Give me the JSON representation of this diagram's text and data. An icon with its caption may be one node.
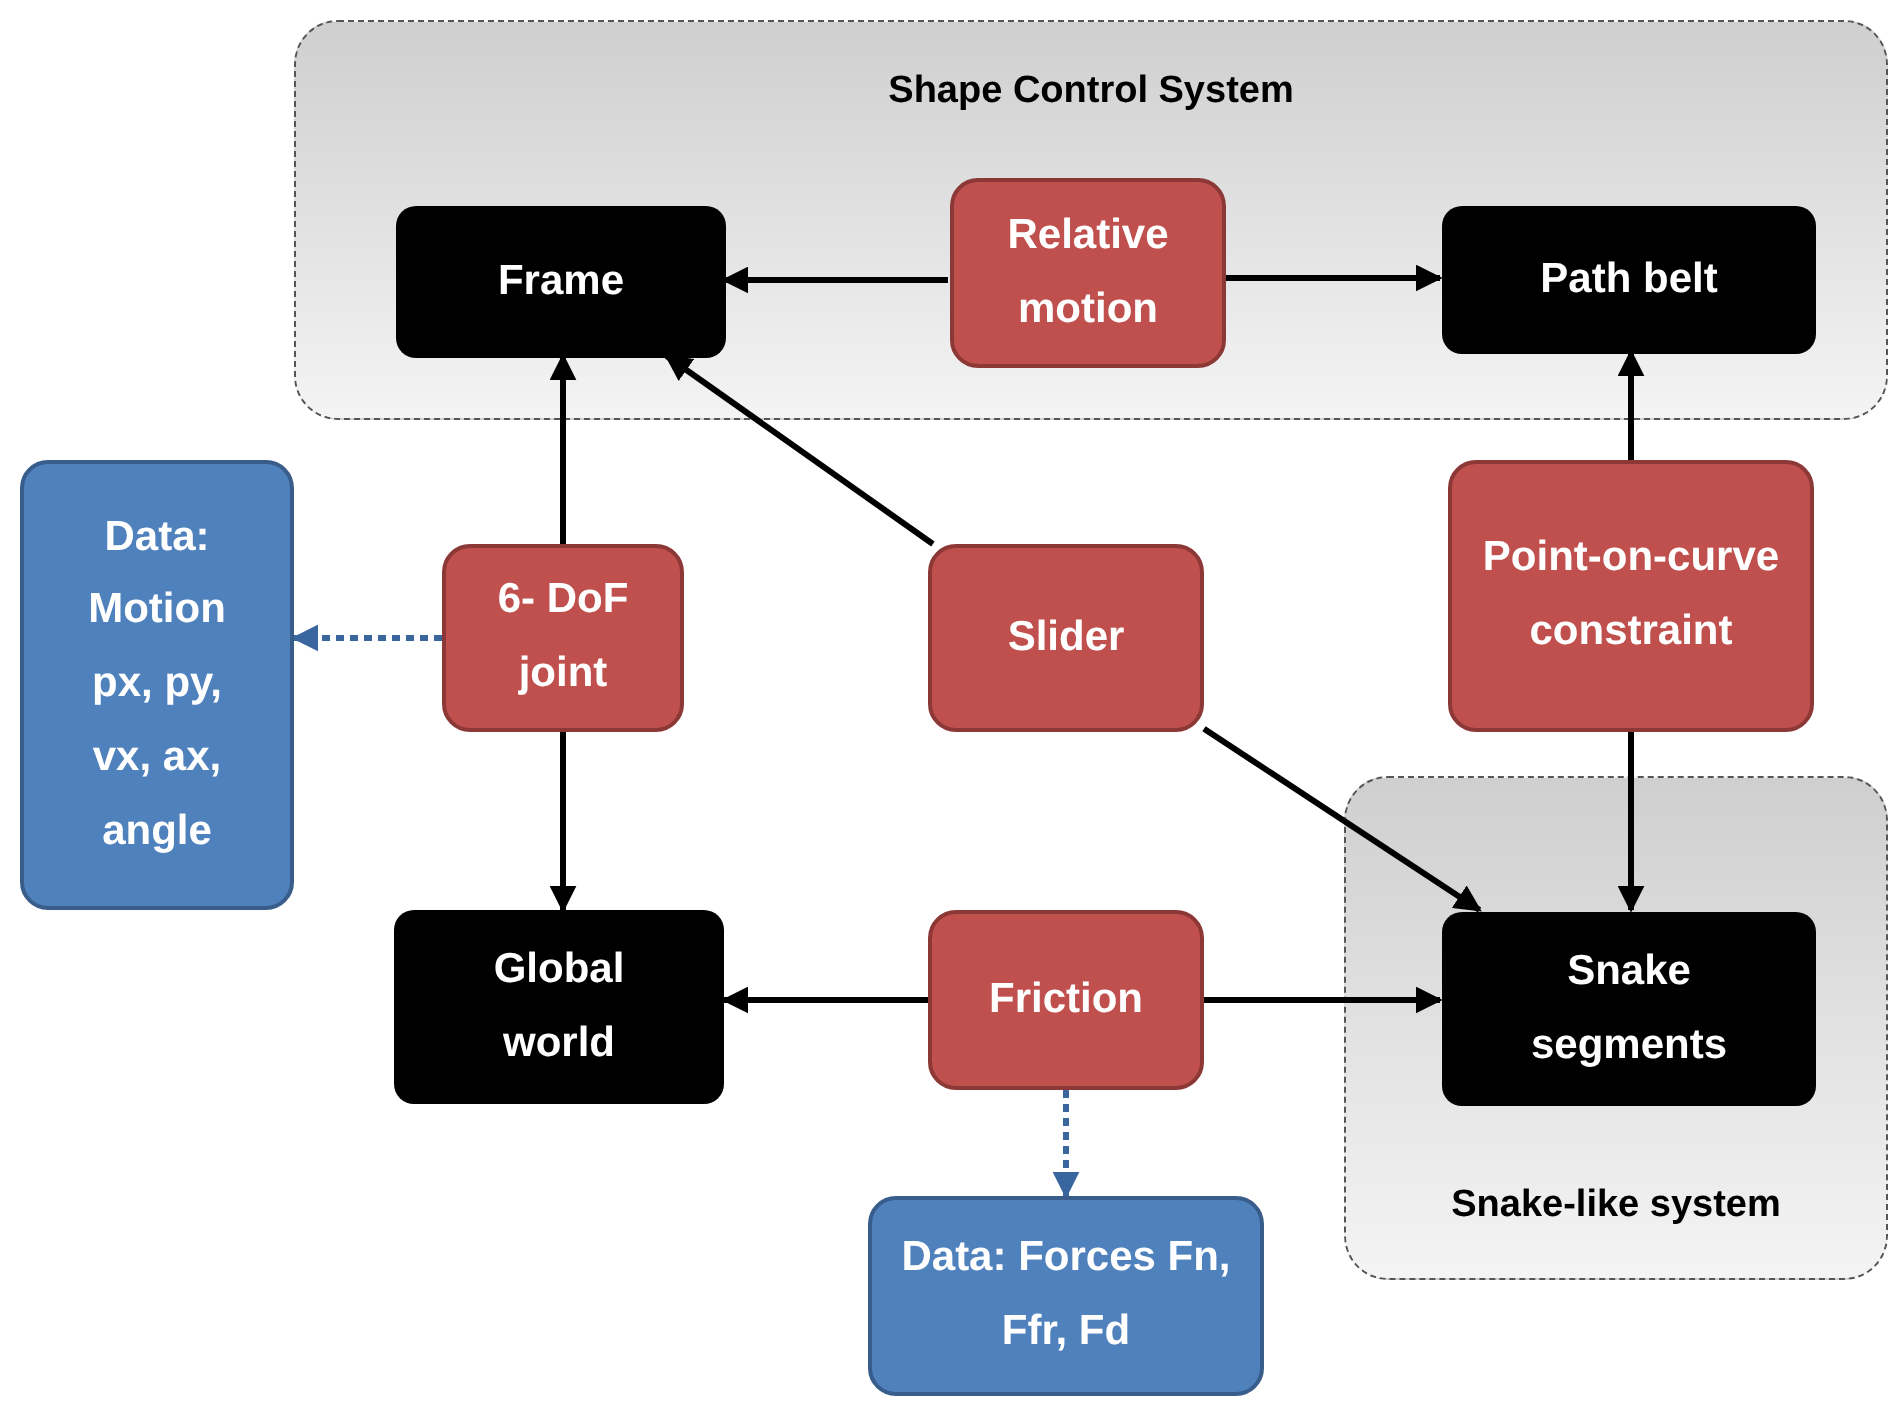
{
  "diagram": {
    "nodes": [
      {
        "text": [
          "Shape Control System"
        ]
      },
      {
        "text": [
          "Frame"
        ],
        "in": 0
      },
      {
        "text": [
          "Relative motion"
        ],
        "in": 0
      },
      {
        "text": [
          "Path belt"
        ],
        "in": 0
      },
      {
        "text": [
          "Data: Motion px, py, vx, ax, angle"
        ]
      },
      {
        "text": [
          "6- DoF joint"
        ]
      },
      {
        "text": [
          "Slider"
        ]
      },
      {
        "text": [
          "Point-on-curve constraint"
        ]
      },
      {
        "text": [
          "Snake-like system"
        ]
      },
      {
        "text": [
          "Global world"
        ]
      },
      {
        "text": [
          "Friction"
        ]
      },
      {
        "text": [
          "Snake segments"
        ],
        "in": 8
      },
      {
        "text": [
          "Data: Forces Fn, Ffr, Fd"
        ]
      }
    ],
    "edges": [
      {
        "from": 2,
        "to": 1,
        "arrow": "to"
      },
      {
        "from": 2,
        "to": 3,
        "arrow": "to"
      },
      {
        "from": 5,
        "to": 1,
        "arrow": "to"
      },
      {
        "from": 5,
        "to": 9,
        "arrow": "to"
      },
      {
        "from": 5,
        "to": 4,
        "arrow": "to",
        "style": "dashed",
        "color": "#3a66a0"
      },
      {
        "from": 6,
        "to": 1,
        "arrow": "to"
      },
      {
        "from": 6,
        "to": 11,
        "arrow": "to"
      },
      {
        "from": 7,
        "to": 3,
        "arrow": "to"
      },
      {
        "from": 7,
        "to": 11,
        "arrow": "to"
      },
      {
        "from": 10,
        "to": 9,
        "arrow": "to"
      },
      {
        "from": 10,
        "to": 11,
        "arrow": "to"
      },
      {
        "from": 10,
        "to": 12,
        "arrow": "to",
        "style": "dashed",
        "color": "#3a66a0"
      }
    ]
  }
}
